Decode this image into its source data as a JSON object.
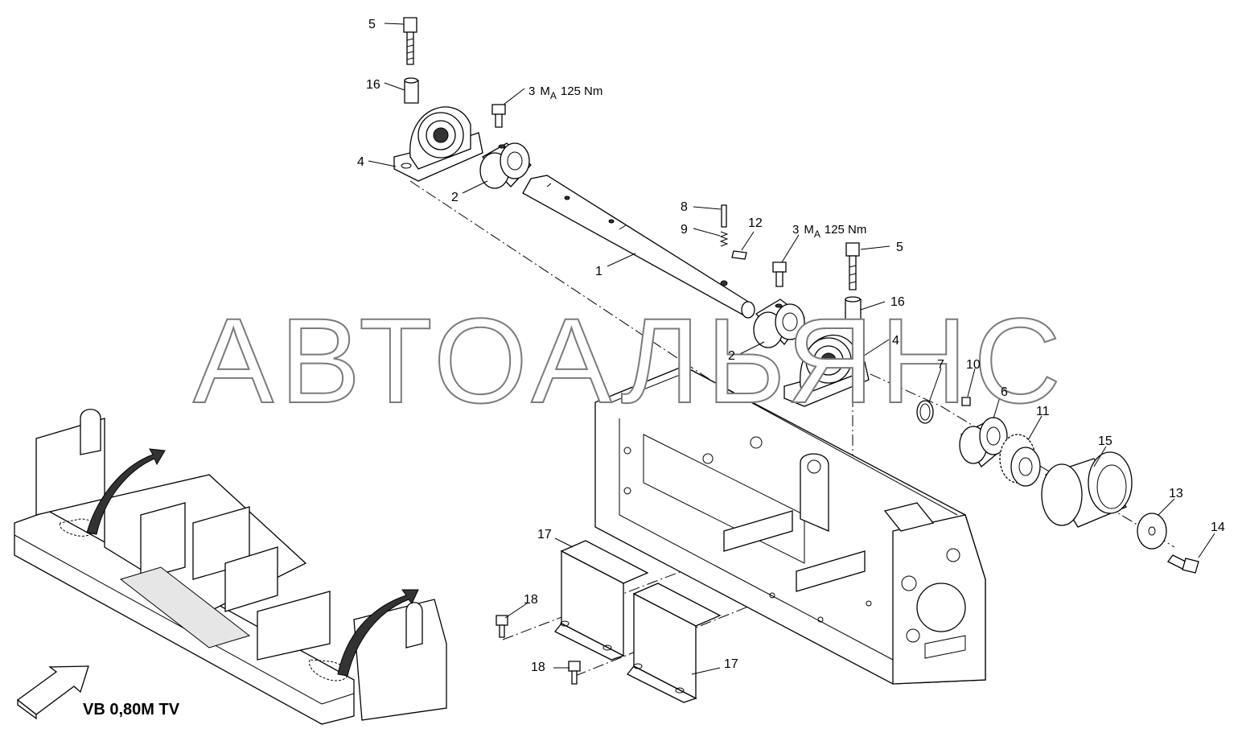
{
  "callouts": {
    "c5a": "5",
    "c16a": "16",
    "c3a_num": "3",
    "c3a_ma": "M",
    "c3a_sub": "A",
    "c3a_val": "125 Nm",
    "c4a": "4",
    "c2a": "2",
    "c8": "8",
    "c9": "9",
    "c12": "12",
    "c1": "1",
    "c3b_num": "3",
    "c3b_ma": "M",
    "c3b_sub": "A",
    "c3b_val": "125 Nm",
    "c5b": "5",
    "c16b": "16",
    "c4b": "4",
    "c2b": "2",
    "c7": "7",
    "c10": "10",
    "c6": "6",
    "c11": "11",
    "c15": "15",
    "c13": "13",
    "c14": "14",
    "c17a": "17",
    "c17b": "17",
    "c18a": "18",
    "c18b": "18"
  },
  "model_label": "VB 0,80M TV",
  "watermark": "АВТОАЛЬЯНС"
}
